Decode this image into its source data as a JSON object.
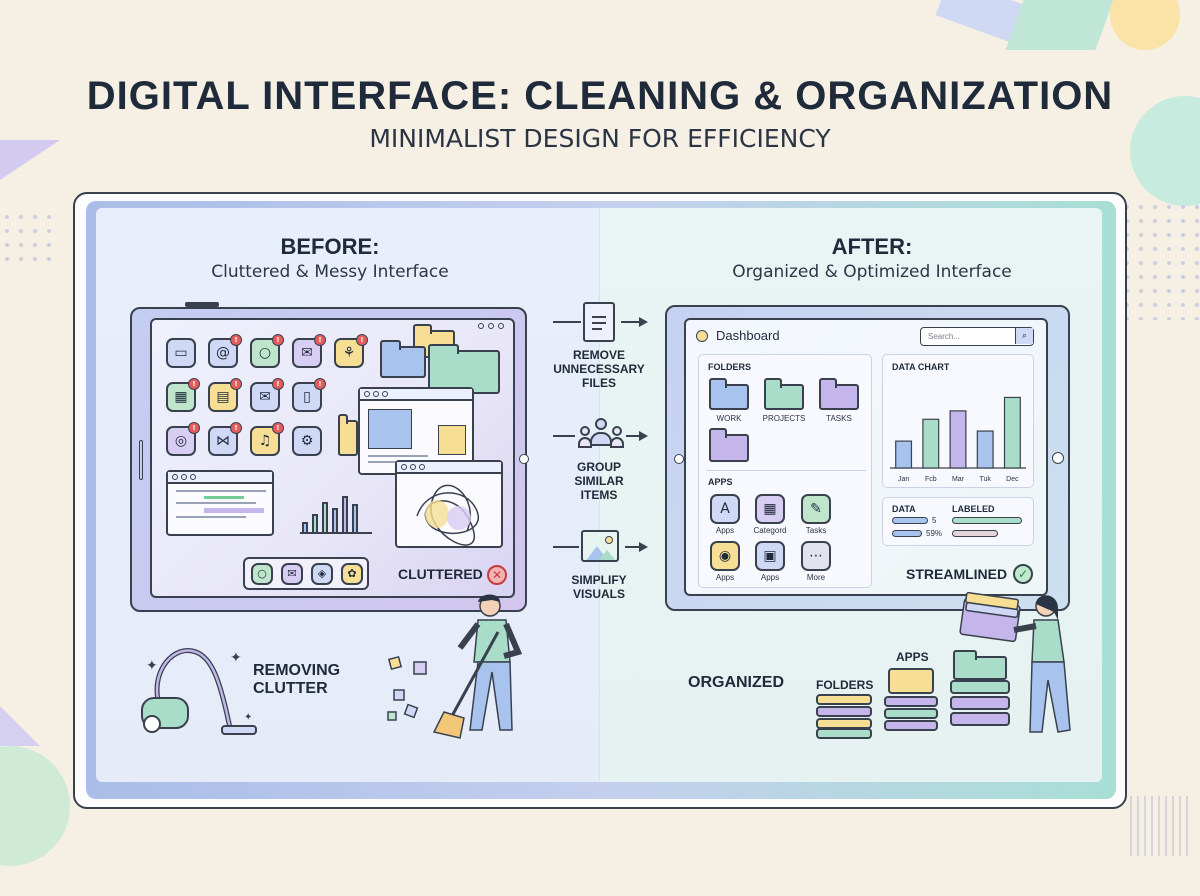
{
  "title": "DIGITAL INTERFACE: CLEANING & ORGANIZATION",
  "subtitle": "MINIMALIST DESIGN FOR EFFICIENCY",
  "before": {
    "heading": "BEFORE:",
    "subheading": "Cluttered & Messy Interface",
    "status": "CLUTTERED",
    "caption_line1": "REMOVING",
    "caption_line2": "CLUTTER",
    "badge_mark": "!"
  },
  "steps": [
    {
      "label_lines": [
        "REMOVE",
        "UNNECESSARY",
        "FILES"
      ],
      "icon": "document-icon"
    },
    {
      "label_lines": [
        "GROUP",
        "SIMILAR",
        "ITEMS"
      ],
      "icon": "people-group-icon"
    },
    {
      "label_lines": [
        "SIMPLIFY",
        "VISUALS"
      ],
      "icon": "image-icon"
    }
  ],
  "after": {
    "heading": "AFTER:",
    "subheading": "Organized & Optimized Interface",
    "status": "STREAMLINED",
    "dashboard": {
      "title": "Dashboard",
      "search_placeholder": "Search...",
      "folders_title": "FOLDERS",
      "folders": [
        "WORK",
        "PROJECTS",
        "TASKS"
      ],
      "apps_title": "APPS",
      "apps": [
        "Apps",
        "Categord",
        "Tasks",
        "Apps",
        "Apps",
        "More"
      ],
      "chart_title": "DATA CHART",
      "data_title": "DATA",
      "labeled_title": "LABELED",
      "data_value1": "5",
      "data_value2": "59%"
    },
    "caption": "ORGANIZED",
    "stack_folders": "FOLDERS",
    "stack_apps": "APPS"
  },
  "chart_data": {
    "type": "bar",
    "title": "DATA CHART",
    "categories": [
      "Jan",
      "Fcb",
      "Mar",
      "Tuk",
      "Dec"
    ],
    "values": [
      32,
      58,
      68,
      44,
      84
    ],
    "ylim": [
      0,
      100
    ],
    "grid": false,
    "colors": [
      "#a7c3ee",
      "#a9dcc9",
      "#c4b5ea",
      "#a7c3ee",
      "#a9dcc9"
    ]
  },
  "colors": {
    "ink": "#39414e",
    "blue": "#a7c3ee",
    "mint": "#a9dcc9",
    "lavender": "#c4b5ea",
    "yellow": "#f6df95",
    "red": "#e65c5c",
    "green": "#6fcf97"
  }
}
